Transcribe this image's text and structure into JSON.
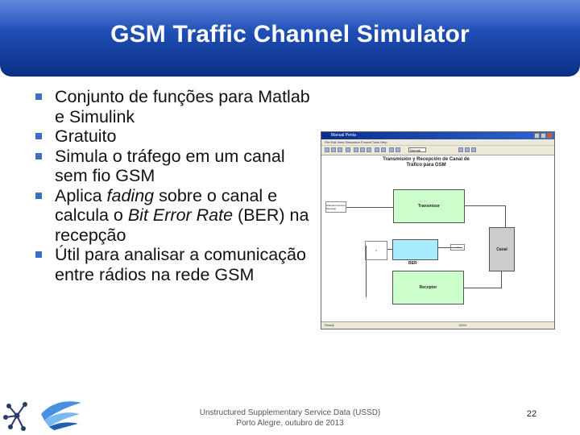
{
  "slide": {
    "title": "GSM Traffic Channel Simulator",
    "bullets": [
      {
        "pre": "Conjunto de funções para Matlab e Simulink",
        "em1": "",
        "mid": "",
        "em2": "",
        "post": ""
      },
      {
        "pre": "Gratuito",
        "em1": "",
        "mid": "",
        "em2": "",
        "post": ""
      },
      {
        "pre": "Simula o tráfego em um canal sem fio GSM",
        "em1": "",
        "mid": "",
        "em2": "",
        "post": ""
      },
      {
        "pre": "Aplica ",
        "em1": "fading",
        "mid": " sobre o canal e calcula o ",
        "em2": "Bit Error Rate",
        "post": " (BER) na recepção"
      },
      {
        "pre": "Útil para analisar a comunicação entre rádios na rede GSM",
        "em1": "",
        "mid": "",
        "em2": "",
        "post": ""
      }
    ],
    "footer_line1": "Unstructured Supplementary Service Data (USSD)",
    "footer_line2": "Porto Alegre, outubro de 2013",
    "page_number": "22"
  },
  "screenshot": {
    "window_title": "Manual  Penta",
    "menu": "File  Edit  View  Simulation  Format  Tools  Help",
    "zoom": "Normal",
    "diagram_title": "Transmisión y Recepción de Canal de Tráfico para GSM",
    "blocks": {
      "transmitter": "Transmisor",
      "receiver": "Receptor",
      "channel": "Canal",
      "ber": "BER",
      "source": "Wideband Source Message"
    },
    "status_left": "Ready",
    "status_mid": "100%"
  },
  "colors": {
    "title_bar": "#1d4cb2",
    "bullet_square": "#3b6fc4",
    "block_green": "#ccffcc",
    "block_cyan": "#a9ecff",
    "block_gray": "#cccccc"
  }
}
